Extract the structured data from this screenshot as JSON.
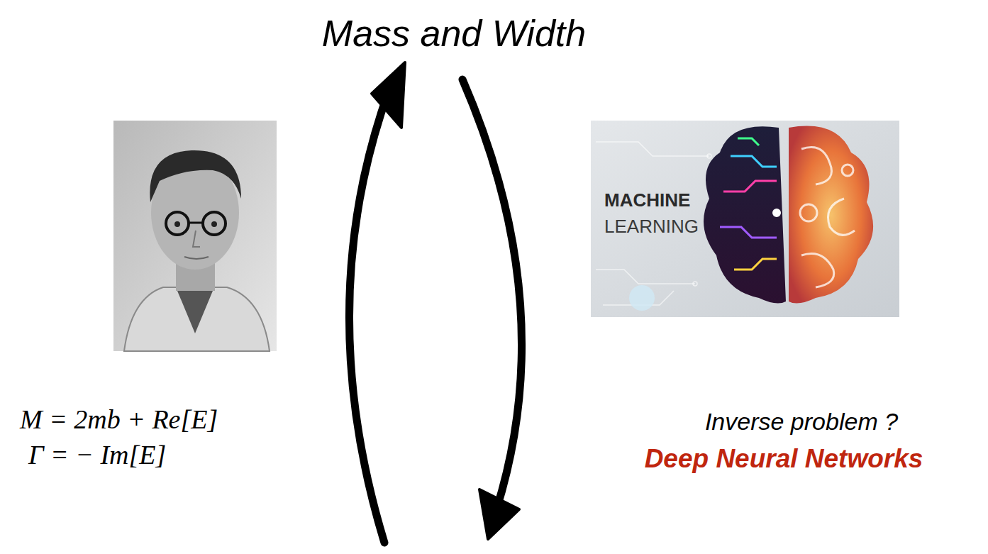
{
  "diagram": {
    "title": "Mass and Width",
    "labels": [
      "M = 2mb + Re[E]",
      "Γ = − Im[E]",
      "MACHINE",
      "LEARNING",
      "Inverse problem ?",
      "Deep Neural Networks"
    ]
  }
}
